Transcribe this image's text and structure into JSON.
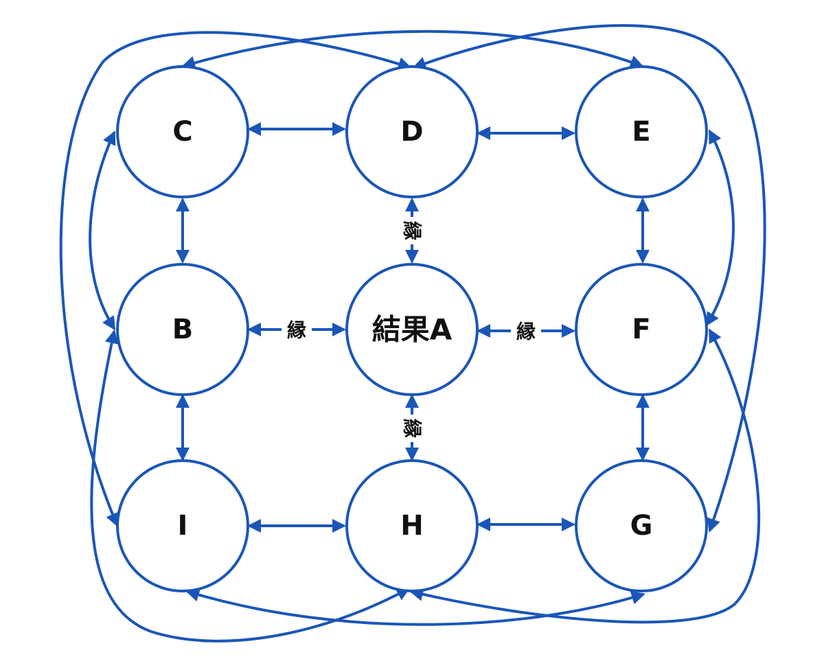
{
  "colors": {
    "stroke": "#1a56b8",
    "text": "#111111",
    "background": "#ffffff"
  },
  "nodes": {
    "c": "C",
    "d": "D",
    "e": "E",
    "b": "B",
    "a": "結果A",
    "f": "F",
    "i": "I",
    "h": "H",
    "g": "G"
  },
  "edge_labels": {
    "b_a": "縁",
    "a_f": "縁",
    "d_a": "縁",
    "a_h": "縁"
  }
}
